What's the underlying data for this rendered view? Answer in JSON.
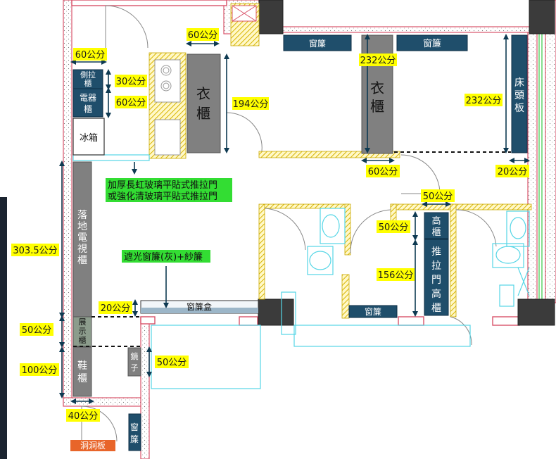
{
  "labels": {
    "side_pull_cabinet": "側拉櫃",
    "appliance_cabinet": "電器櫃",
    "fridge": "冰箱",
    "wardrobe_left": "衣櫃",
    "wardrobe_mid": "衣櫃",
    "headboard": "床頭板",
    "tv_cabinet": "落地電視櫃",
    "display_cabinet": "展示櫃",
    "shoe_cabinet": "鞋櫃",
    "mirror": "鏡子",
    "curtain_bottom_right": "窗簾",
    "pegboard": "洞洞板",
    "curtain_box": "窗簾盒",
    "curtain_top_left": "窗簾",
    "curtain_top_right": "窗簾",
    "curtain_bath": "窗簾",
    "tall_cabinet": "高櫃",
    "sliding_tall_cabinet": "推拉門高櫃"
  },
  "notes": {
    "glass_door_line1": "加厚長虹玻璃平貼式推拉門",
    "glass_door_line2": "或強化清玻璃平貼式推拉門",
    "blackout_curtain": "遮光窗簾(灰)+紗簾"
  },
  "dimensions": {
    "d_60_top": "60公分",
    "d_60_left": "60公分",
    "d_30": "30公分",
    "d_60_mid": "60公分",
    "d_194": "194公分",
    "d_232_top": "232公分",
    "d_232_right": "232公分",
    "d_60_bottom": "60公分",
    "d_20_right": "20公分",
    "d_50_top": "50公分",
    "d_50_tall": "50公分",
    "d_156": "156公分",
    "d_303_5": "303.5公分",
    "d_20_box": "20公分",
    "d_50_left": "50公分",
    "d_100": "100公分",
    "d_50_mirror": "50公分",
    "d_40": "40公分"
  },
  "colors": {
    "navy_cabinet": "#1f4e6b",
    "gray_cabinet": "#808080",
    "wall_outline": "#d9536a",
    "dimension_highlight": "#ffff00",
    "note_highlight": "#33dd33",
    "pegboard": "#e8652a",
    "fixture_outline": "#55d6e6"
  }
}
